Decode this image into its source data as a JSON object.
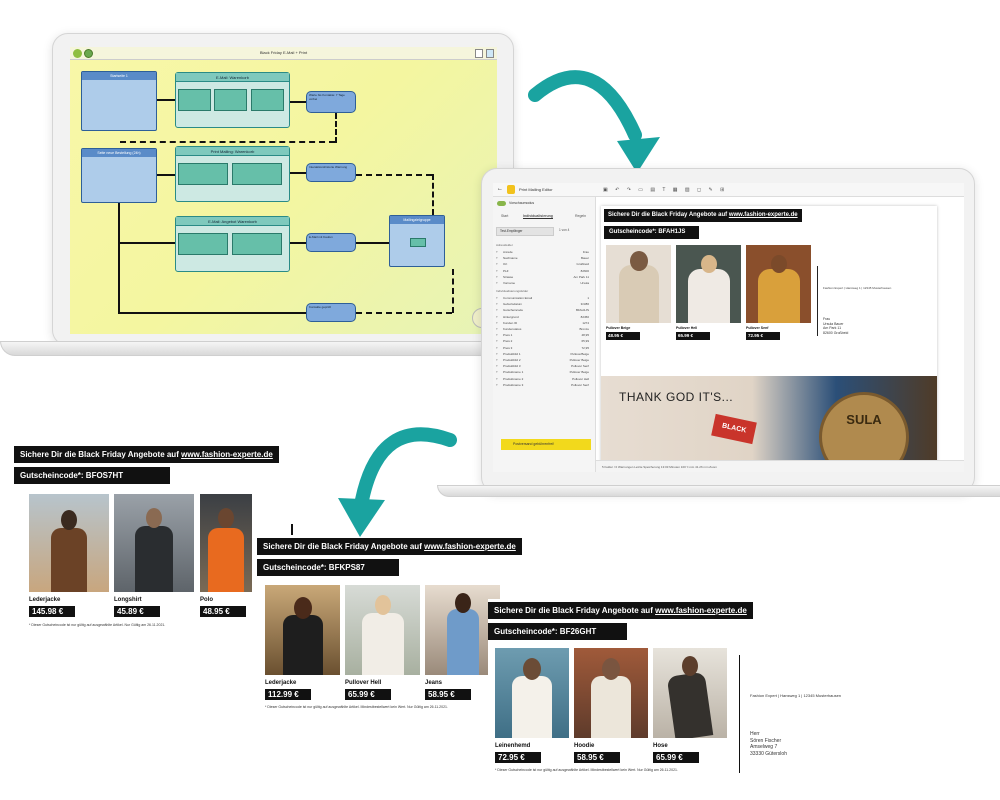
{
  "workflow": {
    "title": "Black Friday E-Mail + Print",
    "nodes": {
      "start_title": "Startseite 1",
      "email1_title": "E-Mail: Warenkorb",
      "print_title": "Print Mailing: Warenkorb",
      "email2_title": "E-Mail: Angebot Warenkorb",
      "filter_title": "Seite neue Bestellung (24h)",
      "target_title": "Mailingzielgruppe",
      "wait_label": "Warte bis Kontakte: 7 Tage vorbei",
      "pill1": "Interaktionshistorie Warnung",
      "pill2": "E-Mail mit Kaufen",
      "pill3": "Kontakte geprüft"
    }
  },
  "editor": {
    "title": "Print Mailing Editor",
    "toggle_label": "Vorschaumodus",
    "tabs": [
      "Start",
      "Individualisierung",
      "Regeln"
    ],
    "recipient_select": "Test-Empfänger",
    "page_indicator": "1 von 4",
    "sections": {
      "address": "Adressfelder",
      "personal": "Individualisierungsfelder"
    },
    "address_fields": [
      {
        "k": "Anrede",
        "v": "Frau"
      },
      {
        "k": "Nachname",
        "v": "Bauer"
      },
      {
        "k": "Ort",
        "v": "Großbeid"
      },
      {
        "k": "PLZ",
        "v": "82600"
      },
      {
        "k": "Strasse",
        "v": "Am Park 11"
      },
      {
        "k": "Vorname",
        "v": "Ursula"
      }
    ],
    "personal_fields": [
      {
        "k": "Communication Email",
        "v": "1"
      },
      {
        "k": "Geburtsdatum",
        "v": "3/4/86"
      },
      {
        "k": "Gutscheincode",
        "v": "BFAH1JS"
      },
      {
        "k": "Hintergrund",
        "v": "82450"
      },
      {
        "k": "Kunden ID",
        "v": "1274"
      },
      {
        "k": "Kundenstatus",
        "v": "Bronze"
      },
      {
        "k": "Preis 1",
        "v": "48,95"
      },
      {
        "k": "Preis 2",
        "v": "65,99"
      },
      {
        "k": "Preis 3",
        "v": "72,95"
      },
      {
        "k": "Produktbild 1",
        "v": "PulloverBeige"
      },
      {
        "k": "Produktbild 2",
        "v": "Pullover Beige"
      },
      {
        "k": "Produktbild 3",
        "v": "Pullover Senf"
      },
      {
        "k": "Produktname 1",
        "v": "Pullover Beige"
      },
      {
        "k": "Produktname 2",
        "v": "Pullover Hell"
      },
      {
        "k": "Produktname 3",
        "v": "Pullover Senf"
      }
    ],
    "bottom_button": "Postversand gebührenfrei!",
    "doc": {
      "headline_prefix": "Sichere Dir die Black Friday Angebote auf ",
      "headline_link": "www.fashion-experte.de",
      "code": "Gutscheincode*: BFAH1JS",
      "products": [
        {
          "name": "Pullover Beige",
          "price": "48.95 €"
        },
        {
          "name": "Pullover Hell",
          "price": "65.99 €"
        },
        {
          "name": "Pullover Senf",
          "price": "72.95 €"
        }
      ],
      "sender": "Fashion Expert | Hansweg 1 | 12345 Musterhausen",
      "recipient": [
        "Frau",
        "Ursula Bauer",
        "Am Park 11",
        "82600 Großbeid"
      ],
      "banner": "THANK GOD IT'S...",
      "banner_tag": "BLACK",
      "banner_coin": "SULA"
    },
    "status": "5 Felder / 0 Warnungen   Letzte Speicherung 13:03 Minuten   100 Y-mm  41.26 mm   Zoom"
  },
  "flyers": [
    {
      "headline_prefix": "Sichere Dir die Black Friday Angebote auf ",
      "headline_link": "www.fashion-experte.de",
      "code": "Gutscheincode*: BFOS7HT",
      "products": [
        {
          "name": "Lederjacke",
          "price": "145.98 €"
        },
        {
          "name": "Longshirt",
          "price": "45.89 €"
        },
        {
          "name": "Polo",
          "price": "48.95 €"
        }
      ],
      "note": "* Dieser Gutscheincode ist nur gültig auf ausgewählte Artikel. Nur Gültig am 26.11.2021."
    },
    {
      "headline_prefix": "Sichere Dir die Black Friday Angebote auf ",
      "headline_link": "www.fashion-experte.de",
      "code": "Gutscheincode*: BFKPS87",
      "products": [
        {
          "name": "Lederjacke",
          "price": "112.99 €"
        },
        {
          "name": "Pullover Hell",
          "price": "65.99 €"
        },
        {
          "name": "Jeans",
          "price": "58.95 €"
        }
      ],
      "note": "* Dieser Gutscheincode ist nur gültig auf ausgewählte Artikel. Mindestbestellwert kein Wert. Nur Gültig am 26.11.2021."
    },
    {
      "headline_prefix": "Sichere Dir die Black Friday Angebote auf ",
      "headline_link": "www.fashion-experte.de",
      "code": "Gutscheincode*: BF26GHT",
      "products": [
        {
          "name": "Leinenhemd",
          "price": "72.95 €"
        },
        {
          "name": "Hoodie",
          "price": "58.95 €"
        },
        {
          "name": "Hose",
          "price": "65.99 €"
        }
      ],
      "note": "* Dieser Gutscheincode ist nur gültig auf ausgewählte Artikel. Mindestbestellwert kein Wert. Nur Gültig am 26.11.2021.",
      "sender": "Fashion Expert | Hansweg 1 | 12345 Musterhausen",
      "recipient": [
        "Herr",
        "Sören Fischer",
        "Amselweg 7",
        "33330 Gütersloh"
      ]
    }
  ],
  "colors": {
    "arrow": "#1aa3a0",
    "workflow_bg": "#f6f6a6",
    "node_blue": "#aeccea",
    "node_green": "#cde9e3",
    "accent_yellow": "#f2d91c"
  }
}
